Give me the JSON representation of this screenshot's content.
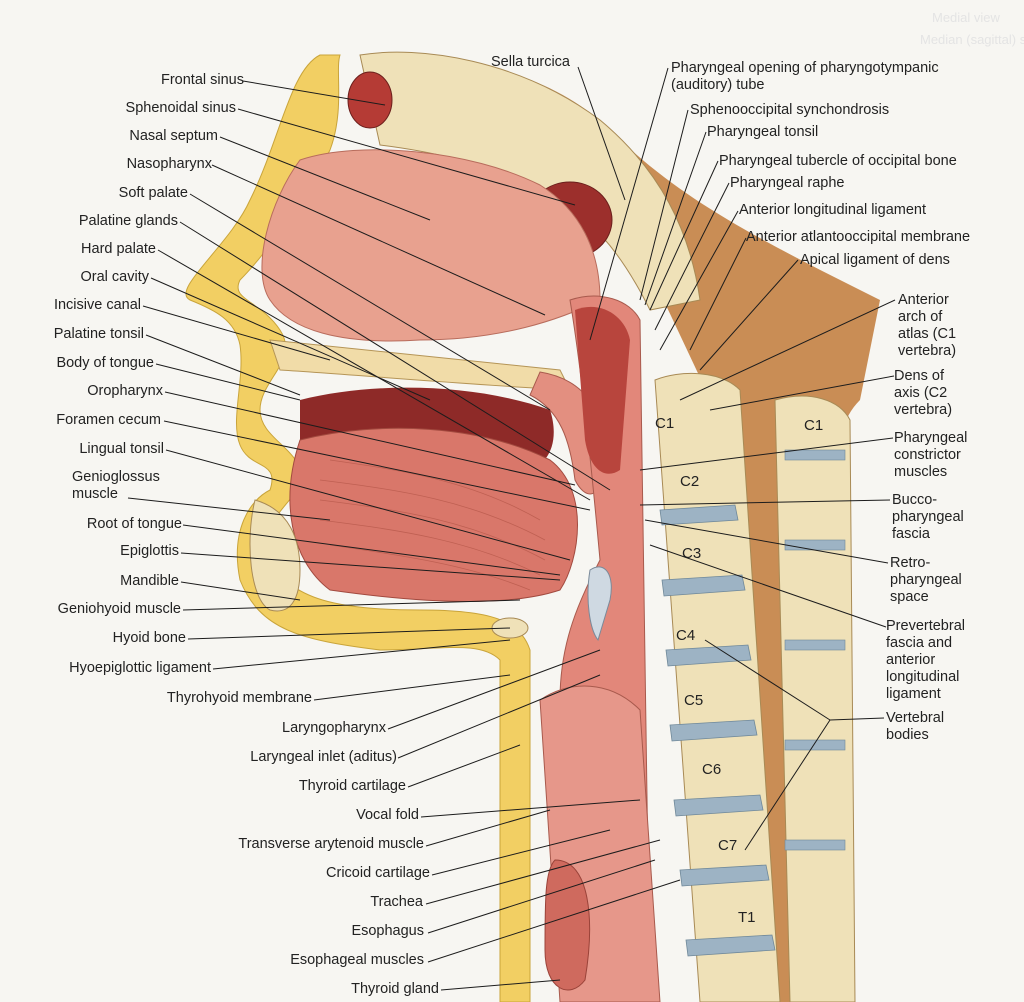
{
  "corner_caption": [
    "Medial view",
    "Median (sagittal) section"
  ],
  "labels_left": [
    "Frontal sinus",
    "Sphenoidal sinus",
    "Nasal septum",
    "Nasopharynx",
    "Soft palate",
    "Palatine glands",
    "Hard palate",
    "Oral cavity",
    "Incisive canal",
    "Palatine tonsil",
    "Body of tongue",
    "Oropharynx",
    "Foramen cecum",
    "Lingual tonsil",
    "Genioglossus\nmuscle",
    "Root of tongue",
    "Epiglottis",
    "Mandible",
    "Geniohyoid muscle",
    "Hyoid bone",
    "Hyoepiglottic ligament",
    "Thyrohyoid membrane",
    "Laryngopharynx",
    "Laryngeal inlet (aditus)",
    "Thyroid cartilage",
    "Vocal fold",
    "Transverse arytenoid muscle",
    "Cricoid cartilage",
    "Trachea",
    "Esophagus",
    "Esophageal muscles",
    "Thyroid gland"
  ],
  "labels_top": [
    "Sella turcica",
    "Pharyngeal opening of pharyngotympanic\n(auditory) tube",
    "Sphenooccipital synchondrosis",
    "Pharyngeal tonsil",
    "Pharyngeal tubercle of occipital bone",
    "Pharyngeal raphe",
    "Anterior longitudinal ligament",
    "Anterior atlantooccipital membrane",
    "Apical ligament of dens"
  ],
  "labels_right": [
    "Anterior\narch of\natlas (C1\nvertebra)",
    "Dens of\naxis (C2\nvertebra)",
    "Pharyngeal\nconstrictor\nmuscles",
    "Bucco-\npharyngeal\nfascia",
    "Retro-\npharyngeal\nspace",
    "Prevertebral\nfascia and\nanterior\nlongitudinal\nligament",
    "Vertebral\nbodies"
  ],
  "vertebra_labels": [
    "C1",
    "C2",
    "C3",
    "C4",
    "C5",
    "C6",
    "C7",
    "T1",
    "C1"
  ],
  "colors": {
    "skin_yellow": "#f2cf63",
    "bone_cream": "#efe1b8",
    "muscle_red": "#d9776a",
    "mucosa_pink": "#e9a59a",
    "cavity_dark": "#8e2a28",
    "ligament_brown": "#c0874a",
    "disc_blue": "#9db3c4",
    "leader_line": "#1c1c1c"
  }
}
